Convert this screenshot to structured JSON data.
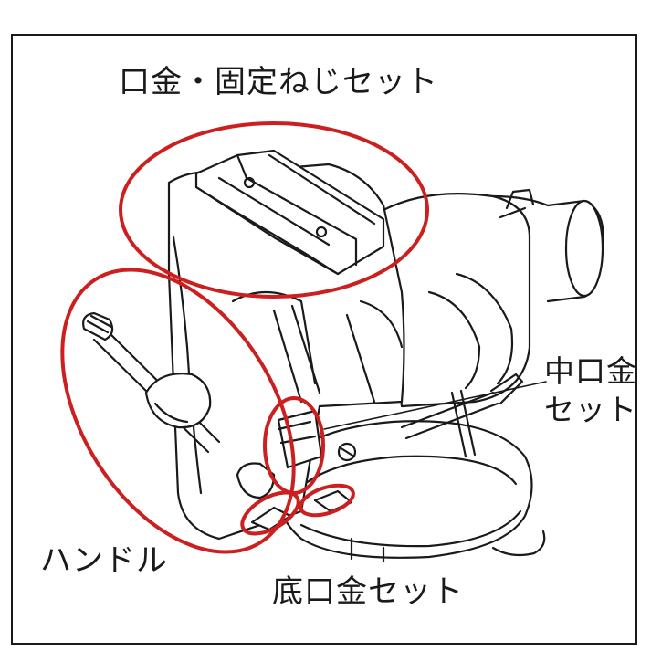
{
  "labels": {
    "jaw_and_screw_set": "口金・固定ねじセット",
    "handle": "ハンドル",
    "bottom_jaw_set": "底口金セット",
    "middle_jaw_set_line1": "中口金",
    "middle_jaw_set_line2": "セット"
  },
  "colors": {
    "callout": "#cc1f1f",
    "line_art": "#1a1a1a",
    "background": "#ffffff"
  }
}
